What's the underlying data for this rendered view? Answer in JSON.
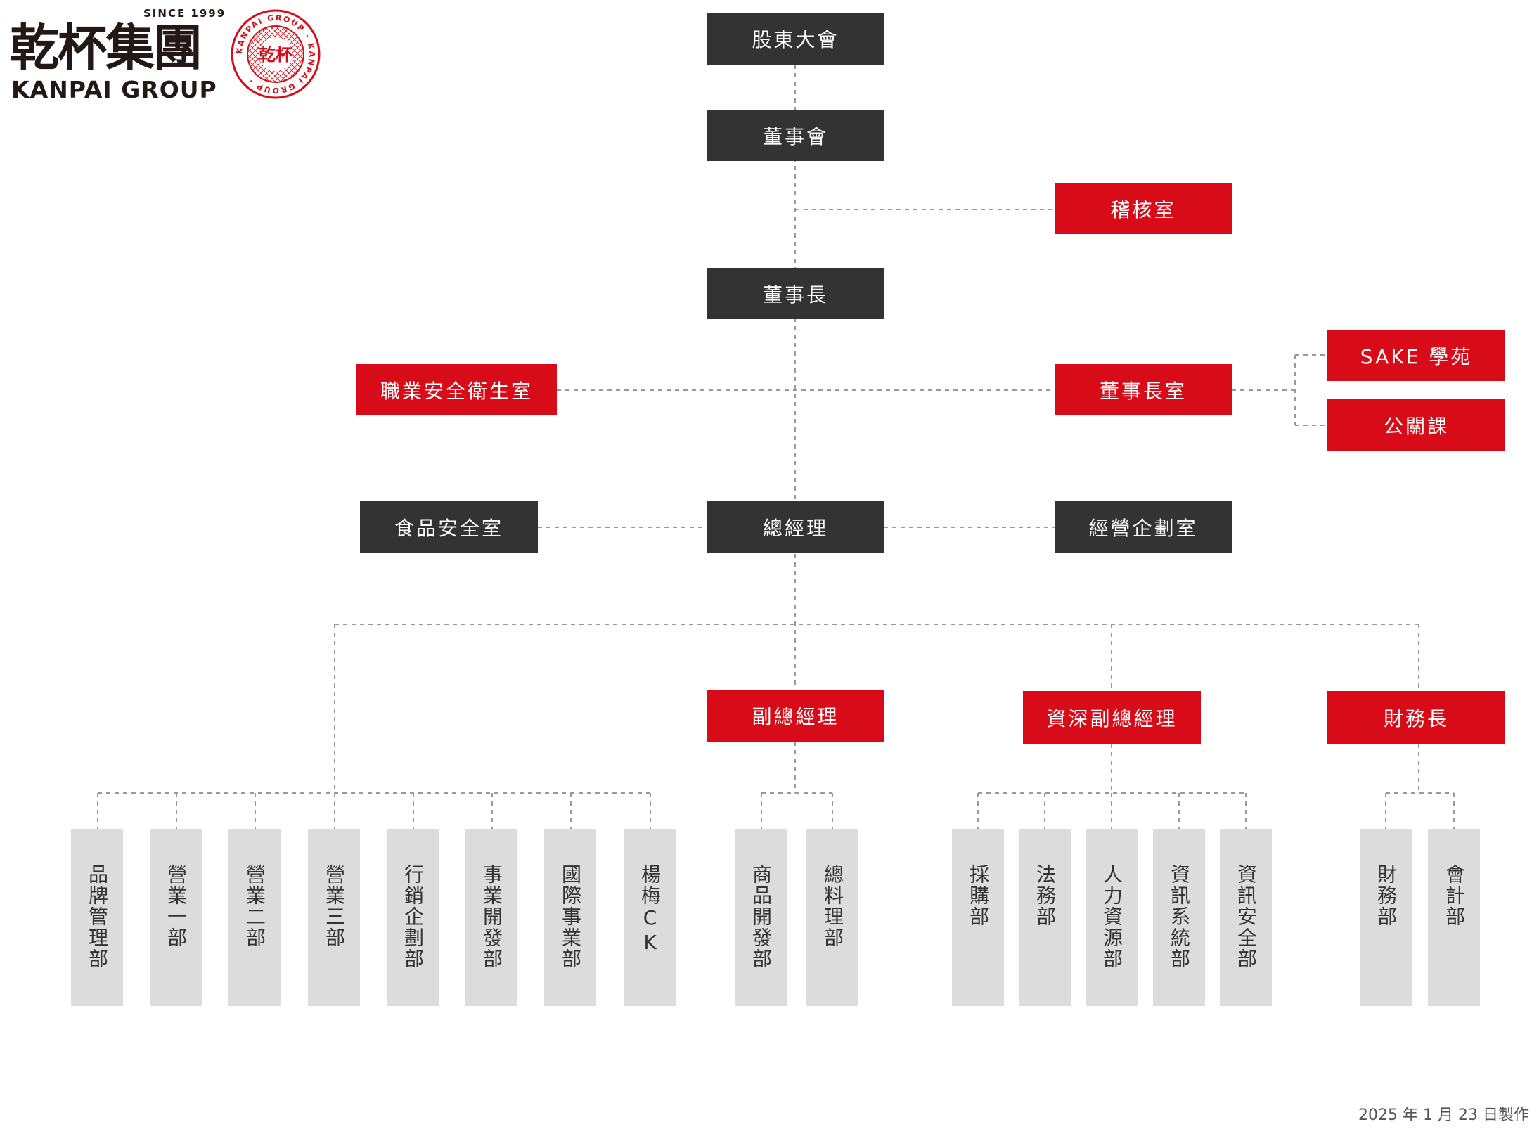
{
  "logo": {
    "chinese_name": "乾杯集團",
    "since": "SINCE 1999",
    "english_name": "KANPAI GROUP",
    "seal_center": "乾杯",
    "seal_ring": "KANPAI GROUP · KANPAI GROUP ·"
  },
  "nodes": {
    "shareholders": "股東大會",
    "board": "董事會",
    "audit": "稽核室",
    "chairman": "董事長",
    "safety": "職業安全衛生室",
    "chairman_office": "董事長室",
    "sake_academy": "SAKE 學苑",
    "pr": "公關課",
    "food_safety": "食品安全室",
    "gm": "總經理",
    "planning": "經營企劃室",
    "deputy_gm": "副總經理",
    "senior_deputy_gm": "資深副總經理",
    "cfo": "財務長"
  },
  "departments": [
    "品牌管理部",
    "營業一部",
    "營業二部",
    "營業三部",
    "行銷企劃部",
    "事業開發部",
    "國際事業部",
    "楊梅CK",
    "商品開發部",
    "總料理部",
    "採購部",
    "法務部",
    "人力資源部",
    "資訊系統部",
    "資訊安全部",
    "財務部",
    "會計部"
  ],
  "footer": "2025 年 1 月 23 日製作",
  "colors": {
    "dark": "#333333",
    "red": "#d70c18",
    "grey": "#dcdcdd",
    "line": "#9a9a9a"
  }
}
